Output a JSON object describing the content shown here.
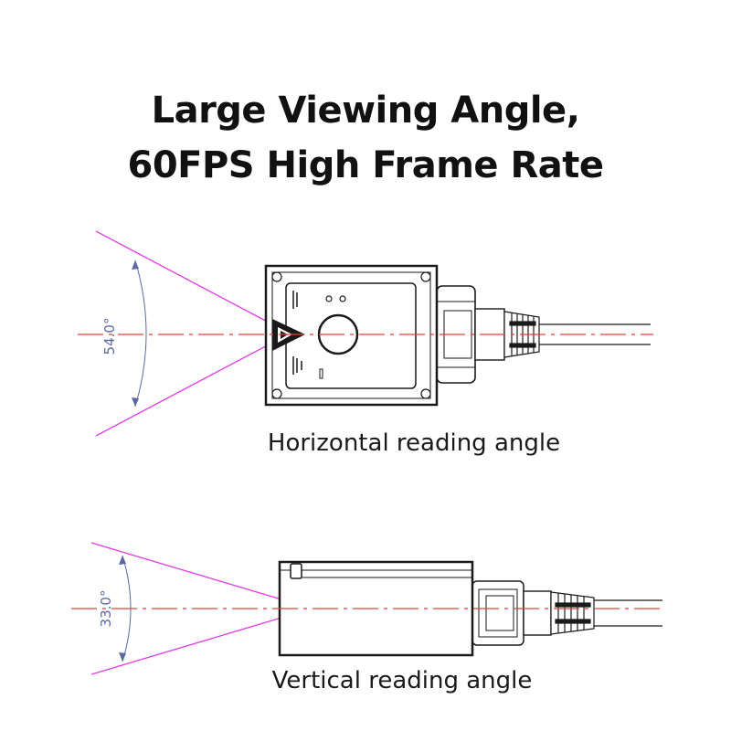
{
  "title": {
    "line1": "Large Viewing Angle,",
    "line2": "60FPS High Frame Rate"
  },
  "horizontal": {
    "angle_label": "54.0°",
    "caption": "Horizontal reading angle"
  },
  "vertical": {
    "angle_label": "33.0°",
    "caption": "Vertical reading angle"
  },
  "colors": {
    "field_lines": "#e23ce0",
    "center_line": "#e0403a",
    "dimension": "#5a6aa0",
    "outline": "#1a1a1a"
  }
}
